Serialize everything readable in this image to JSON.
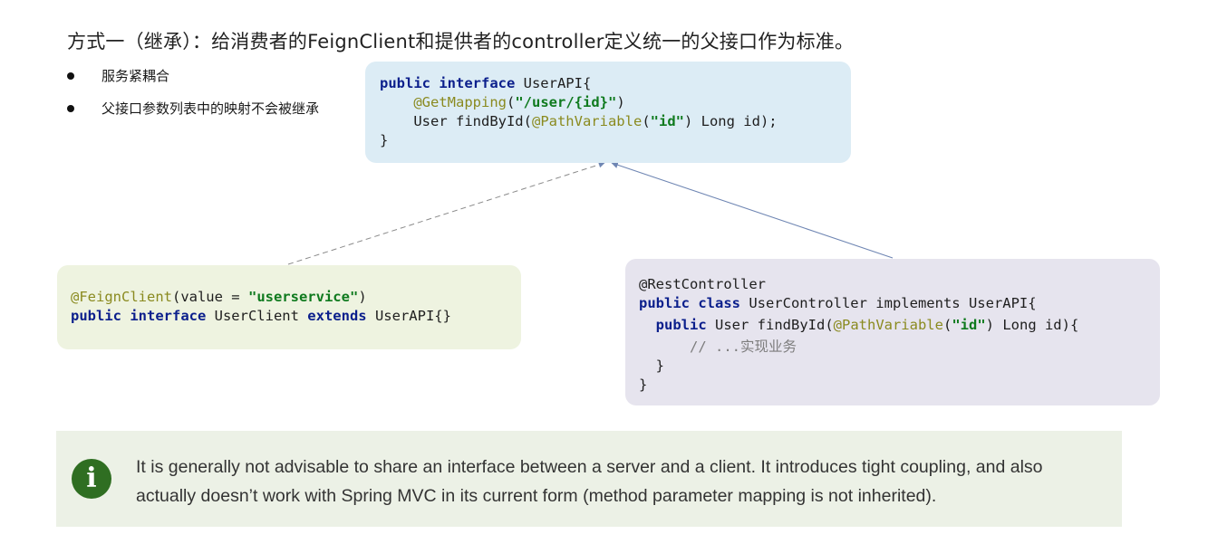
{
  "title": "方式一（继承）：给消费者的FeignClient和提供者的controller定义统一的父接口作为标准。",
  "bullets": [
    "服务紧耦合",
    "父接口参数列表中的映射不会被继承"
  ],
  "code_api": {
    "l1_kw": "public interface",
    "l1_rest": " UserAPI{",
    "l2_ann": "@GetMapping",
    "l2_p1": "(",
    "l2_str": "\"/user/{id}\"",
    "l2_p2": ")",
    "l3_a": "User findById(",
    "l3_ann": "@PathVariable",
    "l3_b": "(",
    "l3_str": "\"id\"",
    "l3_c": ") Long id);",
    "l4": "}"
  },
  "code_client": {
    "l1_ann": "@FeignClient",
    "l1_a": "(value = ",
    "l1_str": "\"userservice\"",
    "l1_b": ")",
    "l2_kw1": "public interface",
    "l2_a": " UserClient ",
    "l2_kw2": "extends",
    "l2_b": " UserAPI{}"
  },
  "code_controller": {
    "l1": "@RestController",
    "l2_kw": "public class",
    "l2_rest": " UserController implements UserAPI{",
    "l3_kw": "public",
    "l3_a": " User findById(",
    "l3_ann": "@PathVariable",
    "l3_b": "(",
    "l3_str": "\"id\"",
    "l3_c": ") Long id){",
    "l4_cm": "// ...实现业务",
    "l5": "}",
    "l6": "}"
  },
  "note": {
    "icon": "info-icon",
    "text": "It is generally not advisable to share an interface between a server and a client. It introduces tight coupling, and also actually doesn’t work with Spring MVC in its current form (method parameter mapping is not inherited)."
  },
  "colors": {
    "api_box": "#dcecf5",
    "client_box": "#eef3e0",
    "controller_box": "#e6e4ee",
    "note_bg": "#ecf1e6",
    "note_icon": "#2f6e22",
    "arrow": "#6f86b3"
  }
}
